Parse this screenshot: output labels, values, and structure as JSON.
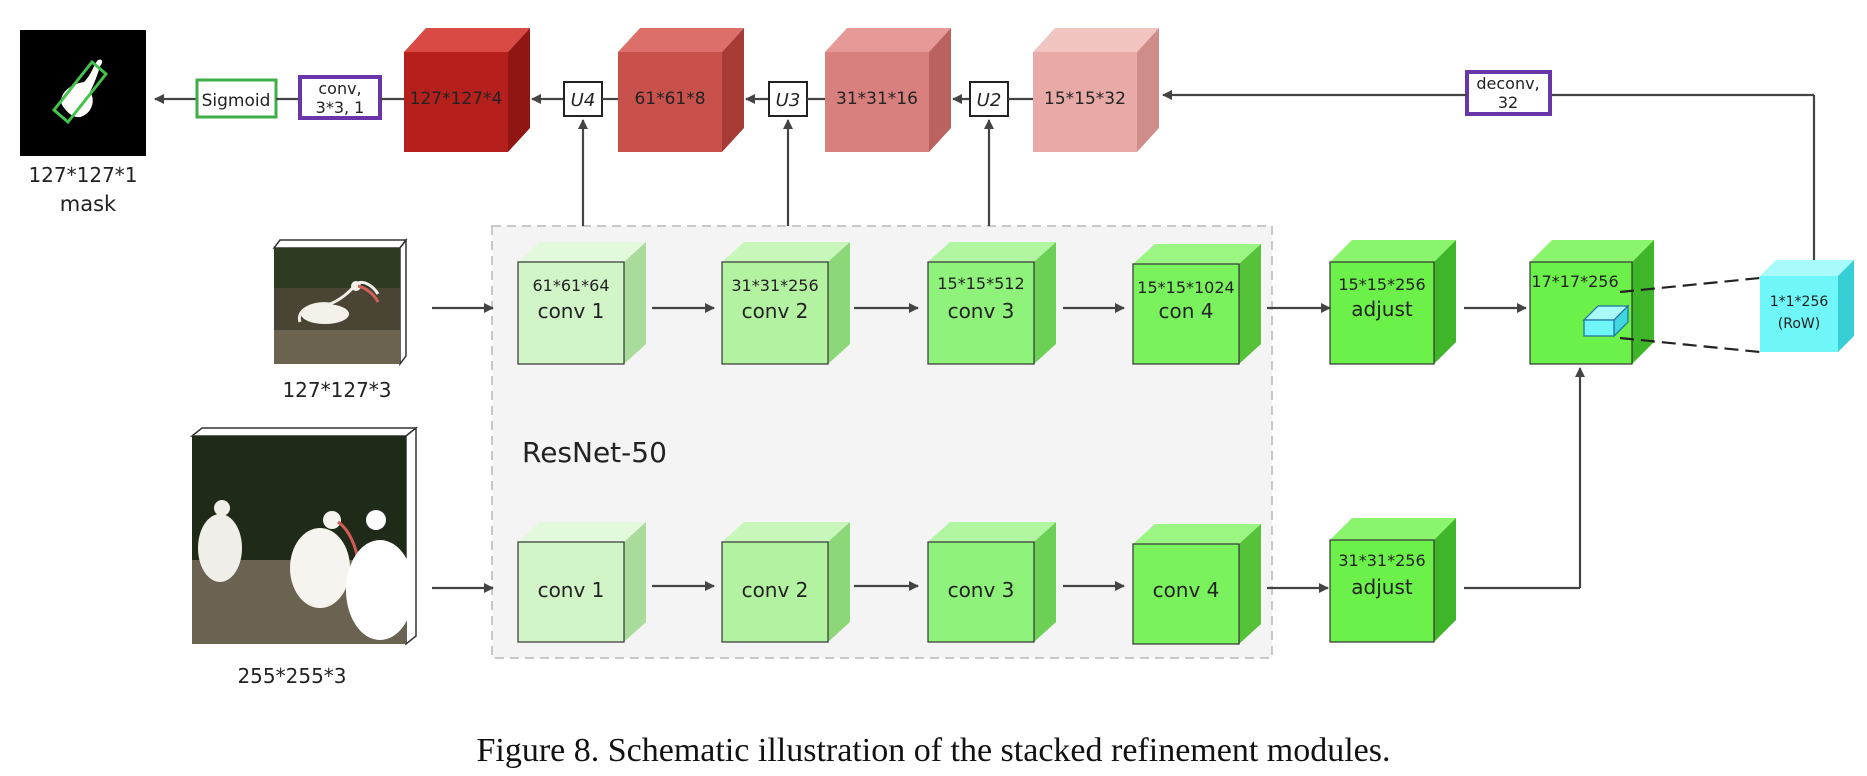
{
  "caption": "Figure 8. Schematic illustration of the stacked refinement modules.",
  "colors": {
    "red_dark": "#b5201c",
    "red_mid": "#c9514c",
    "red_light": "#d8807d",
    "red_pale": "#e8aaa6",
    "green_1": "#d2f5c8",
    "green_2": "#b2f2a0",
    "green_3": "#8ff27a",
    "green_4": "#7af25e",
    "cyan": "#6ef6f8",
    "sigmoid_border": "#3fae49",
    "conv_border": "#6a35a8",
    "resnet_bg": "#f4f4f4"
  },
  "top_row": {
    "mask_value": "127*127*1",
    "mask_word": "mask",
    "sigmoid": "Sigmoid",
    "conv_line1": "conv,",
    "conv_line2": "3*3,  1",
    "blocks": [
      "127*127*4",
      "61*61*8",
      "31*31*16",
      "15*15*32"
    ],
    "u_labels": [
      "U4",
      "U3",
      "U2"
    ],
    "deconv_line1": "deconv,",
    "deconv_line2": "32"
  },
  "template_branch": {
    "input_size": "127*127*3",
    "blocks": [
      {
        "size": "61*61*64",
        "name": "conv 1"
      },
      {
        "size": "31*31*256",
        "name": "conv 2"
      },
      {
        "size": "15*15*512",
        "name": "conv 3"
      },
      {
        "size": "15*15*1024",
        "name": "con 4"
      },
      {
        "size": "15*15*256",
        "name": "adjust"
      }
    ],
    "corr_size": "17*17*256",
    "row_line1": "1*1*256",
    "row_line2": "(RoW)"
  },
  "search_branch": {
    "input_size": "255*255*3",
    "blocks": [
      {
        "name": "conv 1"
      },
      {
        "name": "conv 2"
      },
      {
        "name": "conv 3"
      },
      {
        "name": "conv 4"
      },
      {
        "size": "31*31*256",
        "name": "adjust"
      }
    ]
  },
  "backbone_label": "ResNet-50"
}
